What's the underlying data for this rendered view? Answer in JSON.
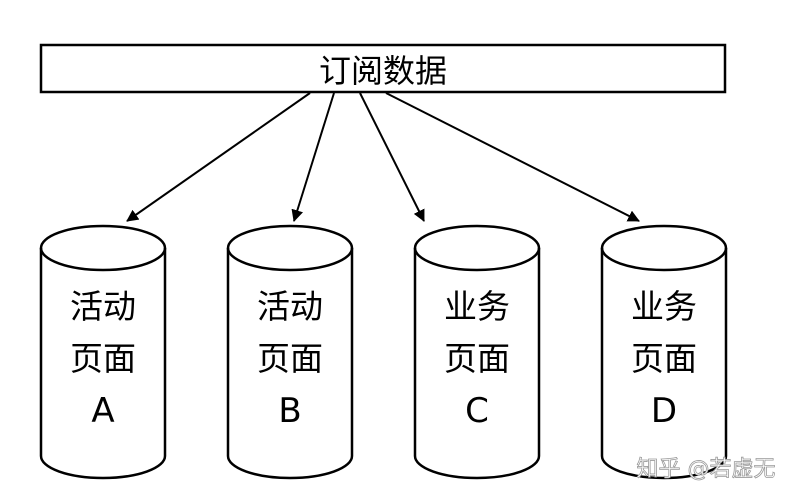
{
  "source": {
    "label": "订阅数据"
  },
  "targets": [
    {
      "lines": [
        "活动",
        "页面",
        "A"
      ]
    },
    {
      "lines": [
        "活动",
        "页面",
        "B"
      ]
    },
    {
      "lines": [
        "业务",
        "页面",
        "C"
      ]
    },
    {
      "lines": [
        "业务",
        "页面",
        "D"
      ]
    }
  ],
  "watermark": "知乎 @若虚无",
  "colors": {
    "stroke": "#000000",
    "background": "#ffffff"
  }
}
